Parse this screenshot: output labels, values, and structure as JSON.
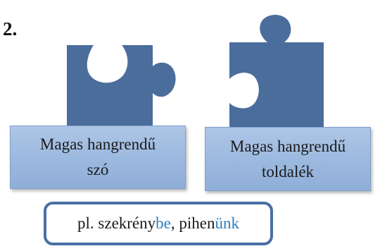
{
  "exercise": {
    "number": "2."
  },
  "cards": {
    "left": {
      "line1": "Magas hangrendű",
      "line2": "szó"
    },
    "right": {
      "line1": "Magas hangrendű",
      "line2": "toldalék"
    }
  },
  "example": {
    "prefix": "pl. szekrény",
    "suffix1": "be",
    "separator": ", pihen",
    "suffix2": "ünk"
  },
  "colors": {
    "puzzle": "#4b6d9c",
    "card": "#9bb8df",
    "example_border": "#4a6fa5",
    "suffix": "#2f7fbf"
  },
  "icons": {
    "left_piece": "puzzle-piece-icon",
    "right_piece": "puzzle-piece-icon"
  }
}
